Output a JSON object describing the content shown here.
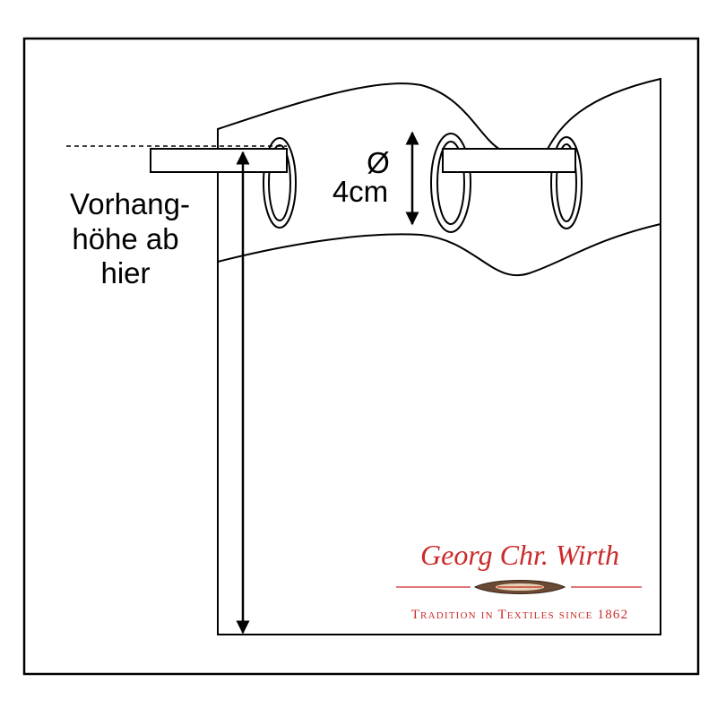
{
  "diagram": {
    "height_label_lines": [
      "Vorhang-",
      "höhe ab",
      "hier"
    ],
    "diameter_symbol": "Ø",
    "diameter_value": "4cm"
  },
  "logo": {
    "name": "Georg Chr. Wirth",
    "tagline": "Tradition in Textiles since 1862",
    "color": "#cc2a2a"
  },
  "colors": {
    "line": "#000000",
    "background": "#ffffff"
  }
}
